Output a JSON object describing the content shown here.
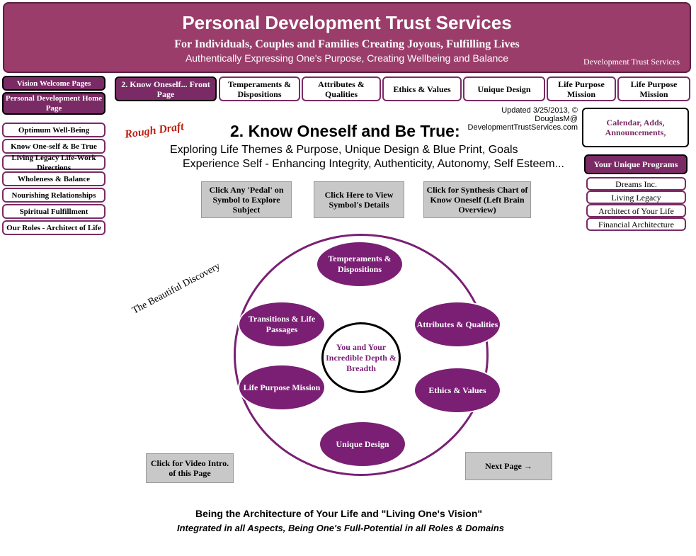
{
  "header": {
    "title": "Personal Development Trust Services",
    "tagline": "For Individuals, Couples and Families Creating Joyous, Fulfilling Lives",
    "sub": "Authentically Expressing One's Purpose, Creating Wellbeing and Balance",
    "logo_text": "Development Trust Services"
  },
  "tabs": [
    "2. Know Oneself... Front Page",
    "Temperaments & Dispositions",
    "Attributes & Qualities",
    "Ethics & Values",
    "Unique Design",
    "Life Purpose Mission",
    "Life Purpose Mission"
  ],
  "left": [
    "Vision Welcome Pages",
    "Personal Development Home Page",
    "Optimum Well-Being",
    "Know One-self & Be True",
    "Living Legacy Life-Work Directions",
    "Wholeness & Balance",
    "Nourishing Relationships",
    "Spiritual Fulfillment",
    "Our Roles - Architect of Life"
  ],
  "main": {
    "updated": "Updated 3/25/2013, © DouglasM@ DevelopmentTrustServices.com",
    "rough": "Rough Draft",
    "title": "2. Know Oneself and Be True:",
    "sub1": "Exploring Life Themes & Purpose, Unique Design & Blue Print, Goals",
    "sub2": "Experience Self - Enhancing Integrity, Authenticity, Autonomy, Self Esteem...",
    "btn1": "Click Any 'Pedal' on Symbol to Explore Subject",
    "btn2": "Click Here to View Symbol's Details",
    "btn3": "Click for Synthesis Chart of Know Oneself (Left Brain Overview)",
    "disc": "The Beautiful Discovery",
    "center": "You and Your Incredible Depth & Breadth",
    "video": "Click for Video Intro. of this Page",
    "next": "Next Page →",
    "foot1": "Being the Architecture of Your Life and \"Living One's Vision\"",
    "foot2": "Integrated in all Aspects, Being One's Full-Potential in all Roles & Domains"
  },
  "petals": [
    "Temperaments & Dispositions",
    "Attributes & Qualities",
    "Ethics & Values",
    "Unique Design",
    "Life Purpose Mission",
    "Transitions & Life Passages"
  ],
  "right": {
    "calendar": "Calendar, Adds, Announcements,",
    "programs": "Your Unique Programs",
    "p": [
      "Dreams Inc.",
      "Living Legacy",
      "Architect of Your Life",
      "Financial Architecture"
    ]
  }
}
